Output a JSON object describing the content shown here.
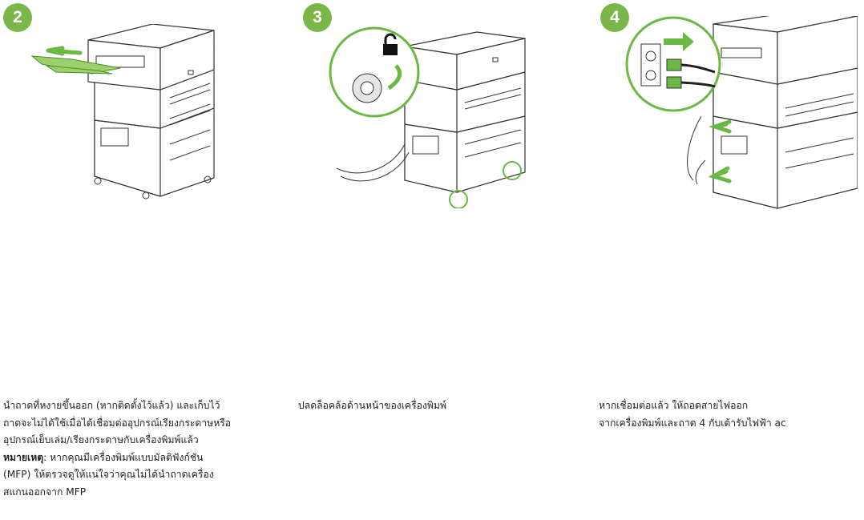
{
  "steps": [
    {
      "number": "2",
      "text_lines": [
        "นำถาดที่หงายขึ้นออก (หากติดตั้งไว้แล้ว) และเก็บไว้",
        "ถาดจะไม่ได้ใช้เมื่อได้เชื่อมต่ออุปกรณ์เรียงกระดาษหรือ",
        "อุปกรณ์เย็บเล่ม/เรียงกระดาษกับเครื่องพิมพ์แล้ว"
      ],
      "note_label": "หมายเหตุ",
      "note_first_line": ": หากคุณมีเครื่องพิมพ์แบบมัลติฟังก์ชัน",
      "note_lines": [
        "(MFP) ให้ตรวจดูให้แน่ใจว่าคุณไม่ได้นำถาดเครื่อง",
        "สแกนออกจาก MFP"
      ]
    },
    {
      "number": "3",
      "text_lines": [
        "ปลดล็อคล้อด้านหน้าของเครื่องพิมพ์"
      ]
    },
    {
      "number": "4",
      "text_lines": [
        "หากเชื่อมต่อแล้ว ให้ถอดสายไฟออก",
        "จากเครื่องพิมพ์และถาด 4 กับเต้ารับไฟฟ้า ac"
      ]
    }
  ],
  "colors": {
    "accent": "#7ab648",
    "arrow": "#6cb844",
    "line": "#333333"
  }
}
